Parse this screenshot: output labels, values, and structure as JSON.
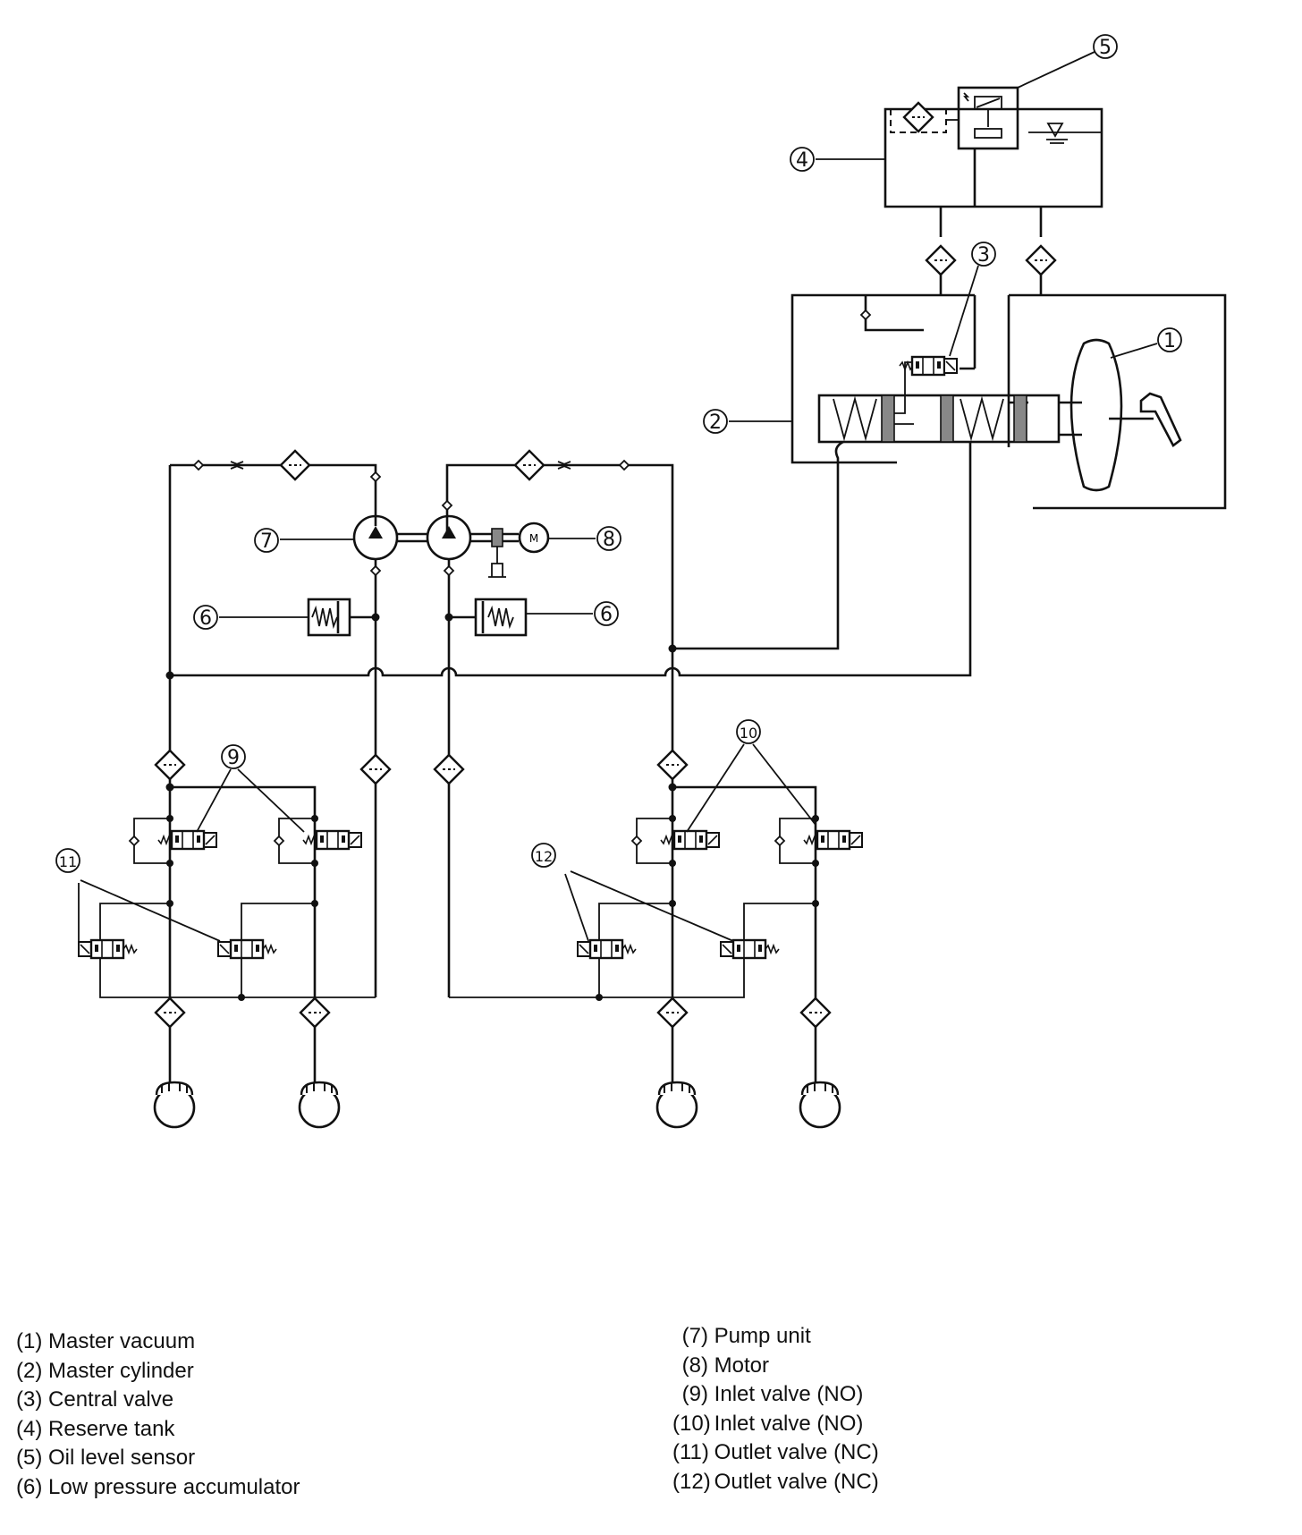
{
  "callouts": {
    "c1": "1",
    "c2": "2",
    "c3": "3",
    "c4": "4",
    "c5": "5",
    "c6a": "6",
    "c6b": "6",
    "c7": "7",
    "c8": "8",
    "c9": "9",
    "c10": "10",
    "c11": "11",
    "c12": "12"
  },
  "motor_symbol": "M",
  "legend_left": [
    {
      "num": "(1)",
      "label": "Master vacuum"
    },
    {
      "num": "(2)",
      "label": "Master cylinder"
    },
    {
      "num": "(3)",
      "label": "Central valve"
    },
    {
      "num": "(4)",
      "label": "Reserve tank"
    },
    {
      "num": "(5)",
      "label": "Oil level sensor"
    },
    {
      "num": "(6)",
      "label": "Low pressure accumulator"
    }
  ],
  "legend_right": [
    {
      "num": "(7)",
      "label": "Pump unit"
    },
    {
      "num": "(8)",
      "label": "Motor"
    },
    {
      "num": "(9)",
      "label": "Inlet valve (NO)"
    },
    {
      "num": "(10)",
      "label": "Inlet valve (NO)"
    },
    {
      "num": "(11)",
      "label": "Outlet valve (NC)"
    },
    {
      "num": "(12)",
      "label": "Outlet valve (NC)"
    }
  ]
}
